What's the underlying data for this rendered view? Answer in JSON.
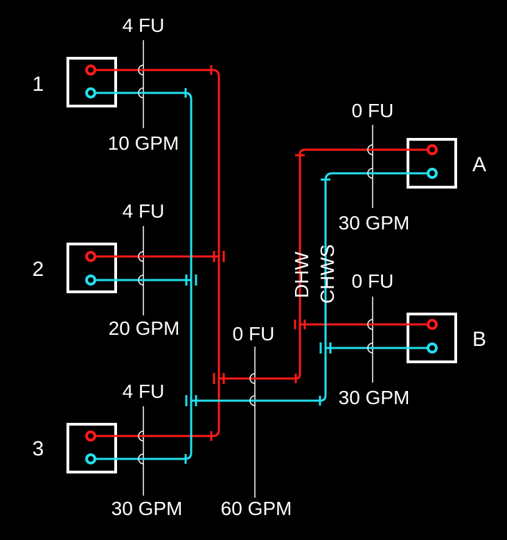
{
  "colors": {
    "background": "#000000",
    "hot_water_pipe": "#ff1a1a",
    "chilled_water_pipe": "#22e0ee",
    "boxes_and_text": "#ffffff"
  },
  "units": [
    {
      "id": "1",
      "fu": "4 FU",
      "gpm": "10 GPM"
    },
    {
      "id": "2",
      "fu": "4 FU",
      "gpm": "20 GPM"
    },
    {
      "id": "3",
      "fu": "4 FU",
      "gpm": "30 GPM"
    },
    {
      "id": "A",
      "fu": "0 FU",
      "gpm": "30 GPM"
    },
    {
      "id": "B",
      "fu": "0 FU",
      "gpm": "30 GPM"
    }
  ],
  "trunk": {
    "fu": "0 FU",
    "gpm": "60 GPM"
  },
  "riser_labels": {
    "hot": "DHW",
    "cold": "CHWS"
  }
}
